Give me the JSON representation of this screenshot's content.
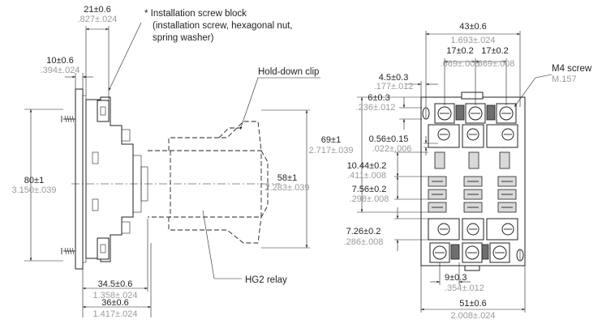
{
  "notes": {
    "installation_block": {
      "line1": "* Installation screw block",
      "line2": "(installation screw, hexagonal nut,",
      "line3": "spring washer)"
    },
    "hold_down_clip": "Hold-down clip",
    "hg2_relay": "HG2 relay",
    "m4_screw": "M4 screw",
    "m4_screw_inch": "M.157"
  },
  "side_view": {
    "dims": [
      {
        "id": "d21",
        "mm": "21±0.6",
        "inch": ".827±.024"
      },
      {
        "id": "d10",
        "mm": "10±0.6",
        "inch": ".394±.024"
      },
      {
        "id": "d80",
        "mm": "80±1",
        "inch": "3.150±.039"
      },
      {
        "id": "d58",
        "mm": "58±1",
        "inch": "2.283±.039"
      },
      {
        "id": "d345",
        "mm": "34.5±0.6",
        "inch": "1.358±.024"
      },
      {
        "id": "d36",
        "mm": "36±0.6",
        "inch": "1.417±.024"
      }
    ]
  },
  "front_view": {
    "dims": [
      {
        "id": "d43",
        "mm": "43±0.6",
        "inch": "1.693±.024"
      },
      {
        "id": "d17a",
        "mm": "17±0.2",
        "inch": ".669±.008"
      },
      {
        "id": "d17b",
        "mm": "17±0.2",
        "inch": ".669±.008"
      },
      {
        "id": "d45",
        "mm": "4.5±0.3",
        "inch": ".177±.012"
      },
      {
        "id": "d6",
        "mm": "6±0.3",
        "inch": ".236±.012"
      },
      {
        "id": "d69",
        "mm": "69±1",
        "inch": "2.717±.039"
      },
      {
        "id": "d056",
        "mm": "0.56±0.15",
        "inch": ".022±.006"
      },
      {
        "id": "d1044",
        "mm": "10.44±0.2",
        "inch": ".411±.008"
      },
      {
        "id": "d756",
        "mm": "7.56±0.2",
        "inch": ".298±.008"
      },
      {
        "id": "d726",
        "mm": "7.26±0.2",
        "inch": ".286±.008"
      },
      {
        "id": "d9",
        "mm": "9±0.3",
        "inch": ".354±.012"
      },
      {
        "id": "d51",
        "mm": "51±0.6",
        "inch": "2.008±.024"
      }
    ]
  }
}
